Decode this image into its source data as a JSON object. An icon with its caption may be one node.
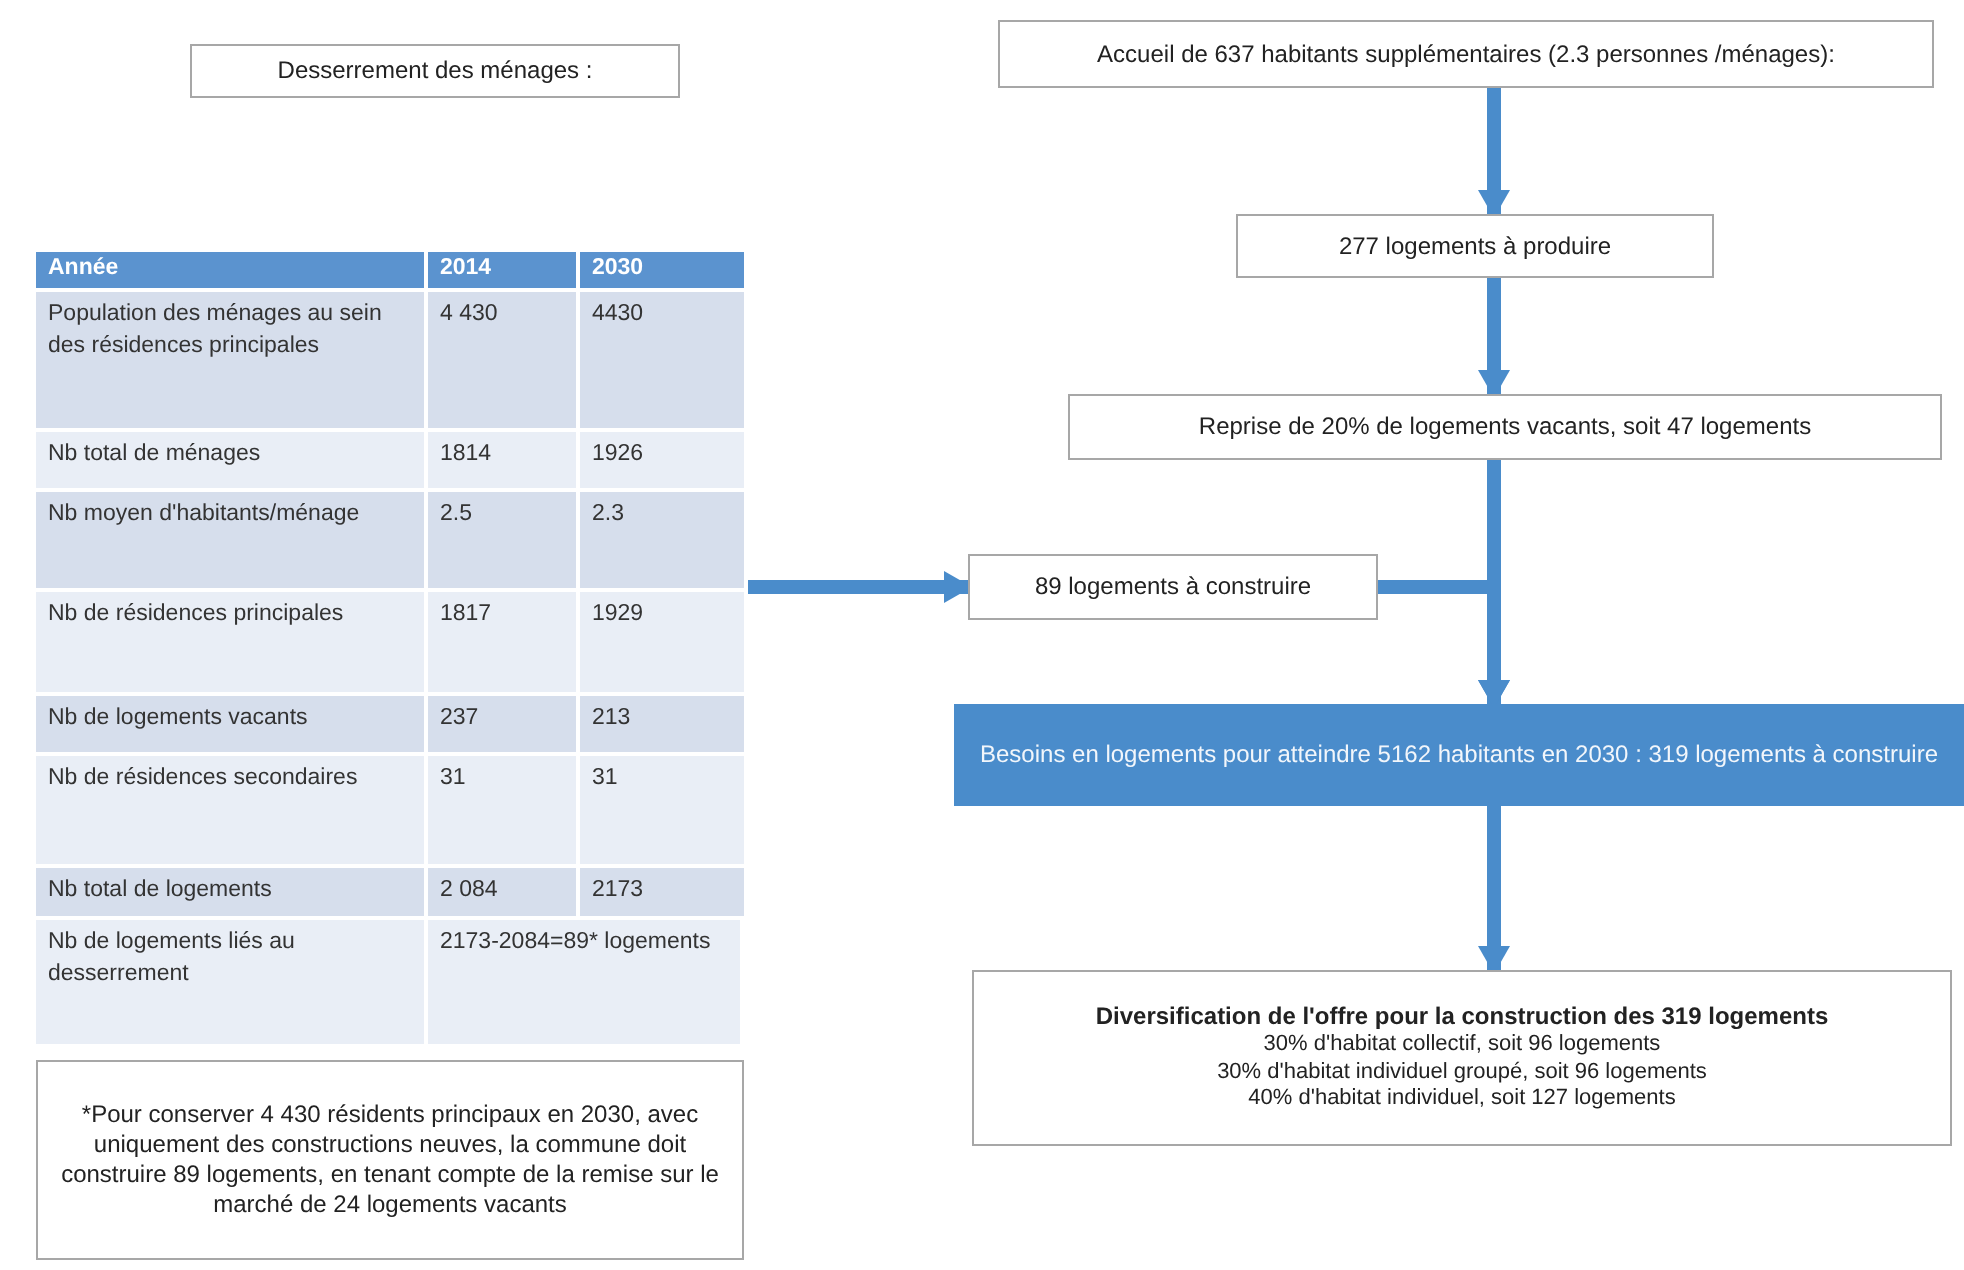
{
  "diagram": {
    "nodes": [
      {
        "text": [
          "Desserrement des ménages :"
        ]
      },
      {
        "text": [
          "Année",
          "2014",
          "2030",
          "Population des ménages au sein des résidences principales",
          "4 430",
          "4430",
          "Nb  total de ménages",
          "1814",
          "1926",
          "Nb moyen d'habitants/ménage",
          "2.5",
          "2.3",
          "Nb de résidences principales",
          "1817",
          "1929",
          "Nb de logements vacants",
          "237",
          "213",
          "Nb de résidences secondaires",
          "31",
          "31",
          "Nb total de logements",
          "2 084",
          "2173",
          "Nb de logements liés au desserrement",
          "2173-2084=89* logements"
        ]
      },
      {
        "text": [
          "*Pour conserver 4 430 résidents principaux en 2030, avec uniquement des constructions neuves, la commune doit construire 89 logements, en tenant compte de la remise sur le marché de 24 logements vacants"
        ]
      },
      {
        "text": [
          "Accueil de 637 habitants supplémentaires (2.3 personnes /ménages):"
        ]
      },
      {
        "text": [
          "277 logements à produire"
        ]
      },
      {
        "text": [
          "Reprise de 20% de logements vacants, soit 47 logements"
        ]
      },
      {
        "text": [
          "89 logements à construire"
        ]
      },
      {
        "text": [
          "Besoins en logements pour atteindre 5162 habitants en 2030 : 319 logements à construire"
        ]
      },
      {
        "text": [
          "Diversification de l'offre pour la construction des 319 logements",
          "30% d'habitat collectif, soit 96 logements",
          "30% d'habitat individuel groupé, soit 96 logements",
          "40% d'habitat individuel, soit 127 logements"
        ]
      }
    ],
    "edges": [
      {
        "from": 3,
        "to": 4,
        "arrow": "to"
      },
      {
        "from": 4,
        "to": 5,
        "arrow": "to"
      },
      {
        "from": 5,
        "to": 7,
        "arrow": "to"
      },
      {
        "from": 6,
        "to": 7,
        "arrow": "to"
      },
      {
        "from": 1,
        "to": 6,
        "arrow": "to"
      },
      {
        "from": 7,
        "to": 8,
        "arrow": "to"
      }
    ]
  }
}
